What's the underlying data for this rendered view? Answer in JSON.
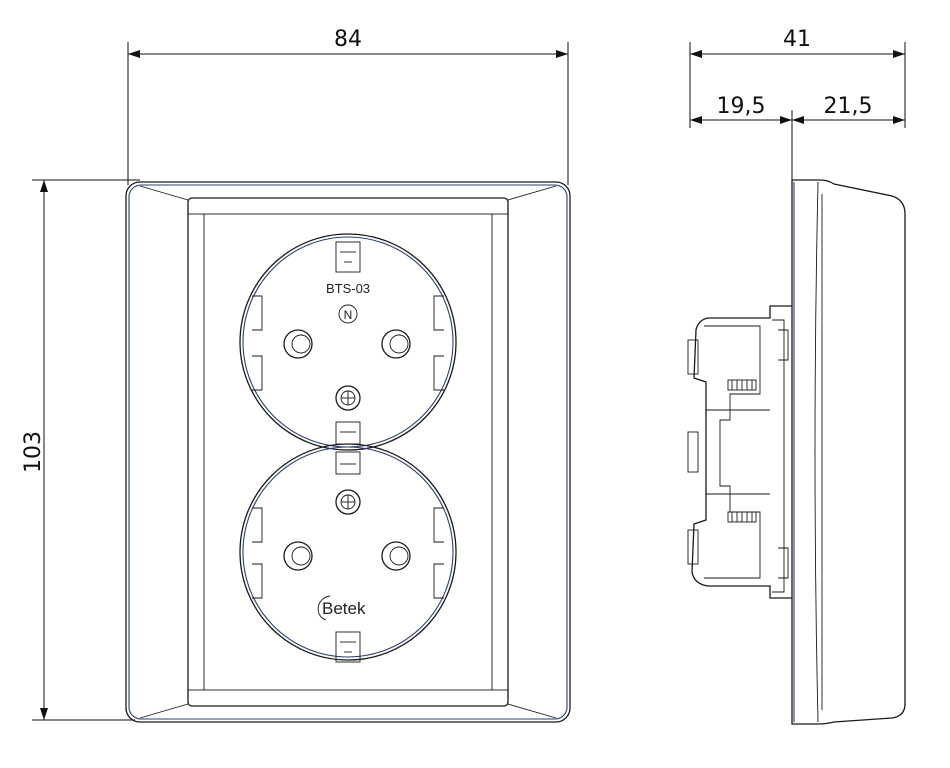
{
  "dimensions": {
    "front_width": "84",
    "front_height": "103",
    "side_depth": "41",
    "side_depth_back": "19,5",
    "side_depth_front": "21,5"
  },
  "socket_top": {
    "model": "BTS-03",
    "mark": "N"
  },
  "socket_bottom": {
    "brand": "Betek"
  }
}
